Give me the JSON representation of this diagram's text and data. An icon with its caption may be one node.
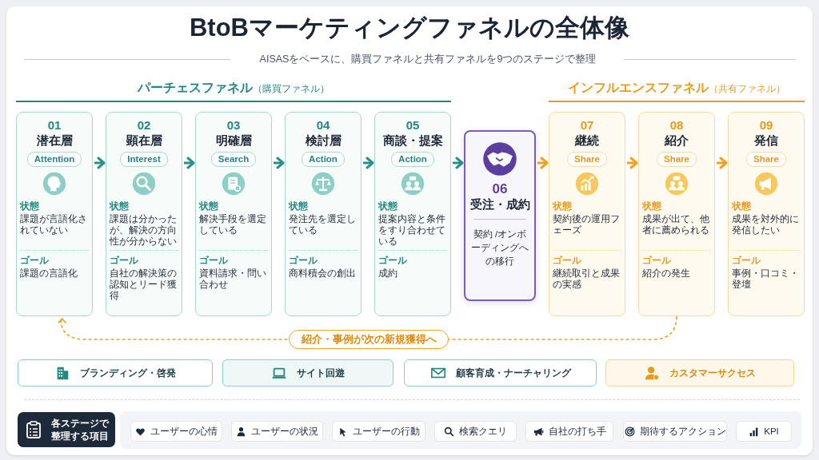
{
  "diagram": {
    "title": "BtoBマーケティングファネルの全体像",
    "nodes": [
      {
        "text": [
          "01",
          "潜在層",
          "Attention",
          "状態",
          "課題が言語化されていない",
          "ゴール",
          "課題の言語化"
        ]
      },
      {
        "text": [
          "02",
          "顕在層",
          "Interest",
          "状態",
          "課題は分かったが、解決の方向性が分からない",
          "ゴール",
          "自社の解決策の認知とリード獲得"
        ]
      },
      {
        "text": [
          "03",
          "明確層",
          "Search",
          "状態",
          "解決手段を選定している",
          "ゴール",
          "資料請求・問い合わせ"
        ]
      },
      {
        "text": [
          "04",
          "検討層",
          "Action",
          "状態",
          "発注先を選定している",
          "ゴール",
          "商料積会の創出"
        ]
      },
      {
        "text": [
          "05",
          "商談・提案",
          "Action",
          "状態",
          "提案内容と条件をすり合わせている",
          "ゴール",
          "成約"
        ]
      },
      {
        "text": [
          "06",
          "受注・成約",
          "契約 /オンボーディングへの移行"
        ]
      },
      {
        "text": [
          "07",
          "継続",
          "Share",
          "状態",
          "契約後の運用フェーズ",
          "ゴール",
          "継続取引と成果の実感"
        ]
      },
      {
        "text": [
          "08",
          "紹介",
          "Share",
          "状態",
          "成果が出て、他者に薦められる",
          "ゴール",
          "紹介の発生"
        ]
      },
      {
        "text": [
          "09",
          "発信",
          "Share",
          "状態",
          "成果を対外的に発信したい",
          "ゴール",
          "事例・口コミ・登壇"
        ]
      },
      {
        "text": [
          "ブランディング・啓発"
        ]
      },
      {
        "text": [
          "サイト回遊"
        ]
      },
      {
        "text": [
          "顧客育成・ナーチャリング"
        ]
      },
      {
        "text": [
          "カスタマーサクセス"
        ]
      },
      {
        "text": [
          "各ステージで整理する項目"
        ]
      },
      {
        "text": [
          "ユーザーの心情"
        ]
      },
      {
        "text": [
          "ユーザーの状況"
        ]
      },
      {
        "text": [
          "ユーザーの行動"
        ]
      },
      {
        "text": [
          "検索クエリ"
        ]
      },
      {
        "text": [
          "自社の打ち手"
        ]
      },
      {
        "text": [
          "期待するアクション"
        ]
      },
      {
        "text": [
          "KPI"
        ]
      }
    ],
    "edges": [
      {
        "from": 0,
        "to": 1,
        "arrow": "to"
      },
      {
        "from": 1,
        "to": 2,
        "arrow": "to"
      },
      {
        "from": 2,
        "to": 3,
        "arrow": "to"
      },
      {
        "from": 3,
        "to": 4,
        "arrow": "to"
      },
      {
        "from": 4,
        "to": 5,
        "arrow": "to"
      },
      {
        "from": 5,
        "to": 6,
        "arrow": "to",
        "color": "#f0a21e"
      },
      {
        "from": 6,
        "to": 7,
        "arrow": "to",
        "color": "#f0a21e"
      },
      {
        "from": 7,
        "to": 8,
        "arrow": "to",
        "color": "#f0a21e"
      },
      {
        "from": 7,
        "to": 0,
        "arrow": "to",
        "label": "紹介・事例が次の新規獲得へ",
        "style": "dashed",
        "color": "#f0a21e"
      }
    ],
    "labels": [
      "AISASをベースに、購買ファネルと共有ファネルを9つのステージで整理",
      "パーチェスファネル",
      "（購買ファネル）",
      "インフルエンスファネル",
      "（共有ファネル）"
    ]
  }
}
